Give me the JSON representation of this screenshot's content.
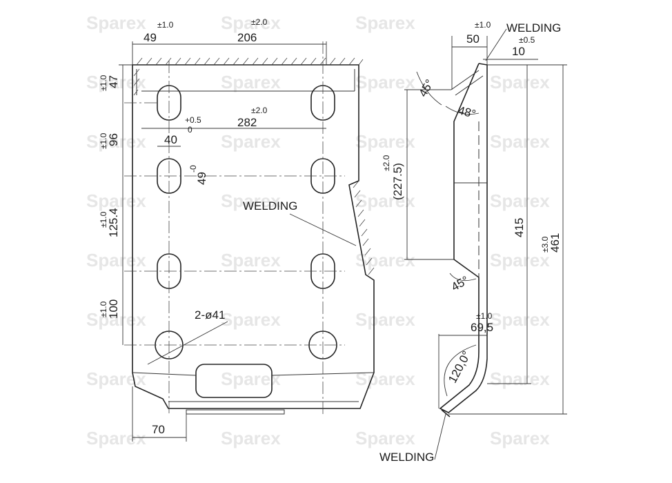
{
  "watermark": "Sparex",
  "labels": {
    "welding": "WELDING",
    "holes": "2-ø41"
  },
  "front_view": {
    "dims": [
      {
        "id": "d49",
        "value": "49",
        "tol": "±1.0"
      },
      {
        "id": "d206",
        "value": "206",
        "tol": "±2.0"
      },
      {
        "id": "d282",
        "value": "282",
        "tol": "±2.0"
      },
      {
        "id": "d40",
        "value": "40",
        "tol_upper": "+0.5",
        "tol_lower": "0"
      },
      {
        "id": "d49slot",
        "value": "49",
        "tol": "-0"
      },
      {
        "id": "d47",
        "value": "47",
        "tol": "±1.0"
      },
      {
        "id": "d96",
        "value": "96",
        "tol": "±1.0"
      },
      {
        "id": "d125",
        "value": "125.4",
        "tol": "±1.0"
      },
      {
        "id": "d100",
        "value": "100",
        "tol": "±1.0"
      },
      {
        "id": "d70",
        "value": "70"
      }
    ]
  },
  "side_view": {
    "dims": [
      {
        "id": "s50",
        "value": "50",
        "tol": "±1.0"
      },
      {
        "id": "s10",
        "value": "10",
        "tol": "±0.5"
      },
      {
        "id": "s45a",
        "value": "45°"
      },
      {
        "id": "s48",
        "value": "48°"
      },
      {
        "id": "s227",
        "value": "(227.5)",
        "tol": "±2.0"
      },
      {
        "id": "s45b",
        "value": "45°"
      },
      {
        "id": "s415",
        "value": "415"
      },
      {
        "id": "s461",
        "value": "461",
        "tol": "±3.0"
      },
      {
        "id": "s695",
        "value": "69,5",
        "tol": "±1.0"
      },
      {
        "id": "s120",
        "value": "120,0°"
      }
    ]
  }
}
